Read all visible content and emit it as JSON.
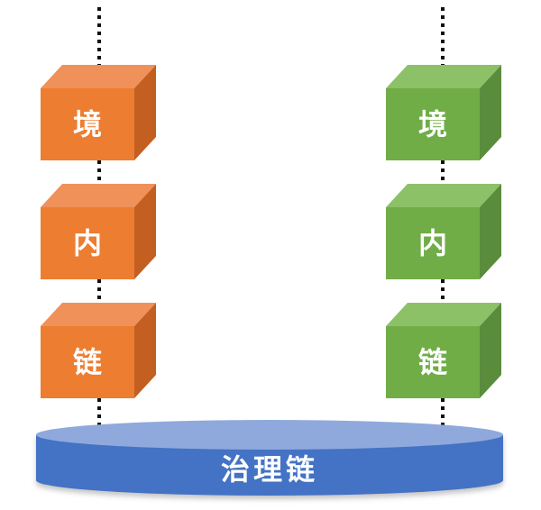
{
  "diagram": {
    "description_colors": {
      "left_column_front": "#ED7D31",
      "left_column_top": "#F0915A",
      "left_column_side": "#C35F21",
      "right_column_front": "#70AD47",
      "right_column_top": "#8DC168",
      "right_column_side": "#598C3B",
      "base_body": "#4472C4",
      "base_cap": "#8FA9DC",
      "connector": "#111111",
      "cube_text": "#FFFFFF"
    },
    "columns": [
      {
        "id": "left",
        "color": "orange",
        "cubes": [
          {
            "label": "境"
          },
          {
            "label": "内"
          },
          {
            "label": "链"
          }
        ]
      },
      {
        "id": "right",
        "color": "green",
        "cubes": [
          {
            "label": "境"
          },
          {
            "label": "内"
          },
          {
            "label": "链"
          }
        ]
      }
    ],
    "base": {
      "label": "治理链"
    }
  }
}
